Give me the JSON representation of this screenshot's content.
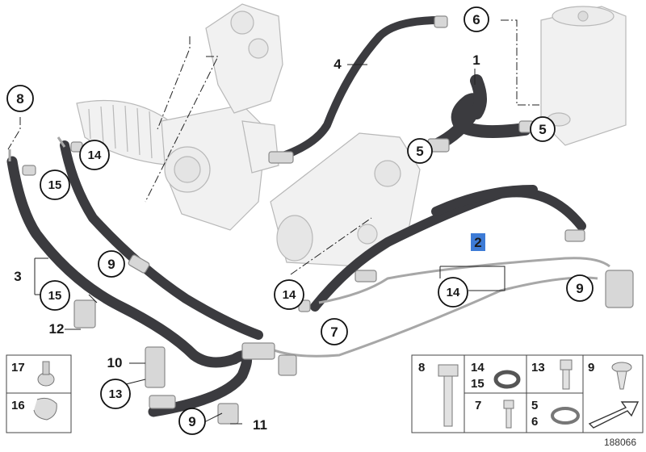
{
  "diagram": {
    "document_number": "188066",
    "highlight_color": "#3d7bd6",
    "callouts": {
      "c1": "1",
      "c2": "2",
      "c3": "3",
      "c4": "4",
      "c5a": "5",
      "c5b": "5",
      "c6": "6",
      "c7": "7",
      "c8": "8",
      "c9a": "9",
      "c9b": "9",
      "c9c": "9",
      "c10": "10",
      "c11": "11",
      "c12": "12",
      "c13": "13",
      "c14a": "14",
      "c14b": "14",
      "c14c": "14",
      "c15a": "15",
      "c15b": "15"
    },
    "legend_left": {
      "item17": "17",
      "item16": "16"
    },
    "legend_right": {
      "item8": "8",
      "item14": "14",
      "item15": "15",
      "item13": "13",
      "item9": "9",
      "item7": "7",
      "item5": "5",
      "item6": "6"
    }
  }
}
